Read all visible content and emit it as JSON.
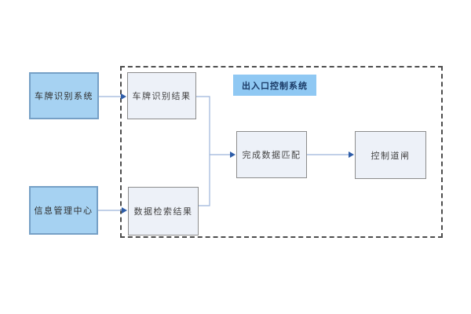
{
  "diagram": {
    "container_label": "出入口控制系统",
    "nodes": {
      "plate_system": {
        "label": "车牌识别系统",
        "type": "external-system"
      },
      "info_center": {
        "label": "信息管理中心",
        "type": "external-system"
      },
      "plate_result": {
        "label": "车牌识别结果",
        "type": "internal-step"
      },
      "search_result": {
        "label": "数据检索结果",
        "type": "internal-step"
      },
      "data_match": {
        "label": "完成数据匹配",
        "type": "internal-step"
      },
      "barrier_control": {
        "label": "控制道闸",
        "type": "internal-step"
      }
    },
    "edges": [
      {
        "from": "车牌识别系统",
        "to": "车牌识别结果"
      },
      {
        "from": "信息管理中心",
        "to": "数据检索结果"
      },
      {
        "from": "车牌识别结果",
        "to": "完成数据匹配"
      },
      {
        "from": "数据检索结果",
        "to": "完成数据匹配"
      },
      {
        "from": "完成数据匹配",
        "to": "控制道闸"
      }
    ],
    "colors": {
      "external_node_fill": "#a6d2f2",
      "external_node_border": "#76a0c6",
      "internal_node_fill": "#edf1f8",
      "internal_node_border": "#8c8c8c",
      "label_fill": "#8fc8f3",
      "label_text": "#1a3a66",
      "connector_line": "#9cb4da",
      "connector_arrow": "#2e5da8",
      "dashed_border": "#4d4d4d",
      "background": "#ffffff"
    }
  }
}
